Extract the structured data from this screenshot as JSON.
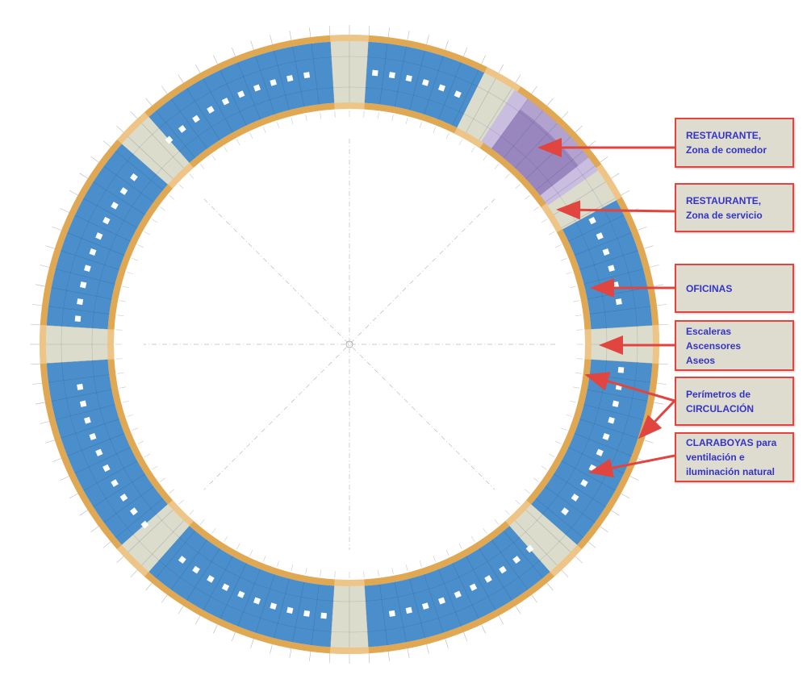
{
  "labels": [
    {
      "id": "restaurante-comedor",
      "lines": [
        "RESTAURANTE,",
        "Zona de comedor"
      ]
    },
    {
      "id": "restaurante-servicio",
      "lines": [
        "RESTAURANTE,",
        "Zona de servicio"
      ]
    },
    {
      "id": "oficinas",
      "lines": [
        "OFICINAS"
      ]
    },
    {
      "id": "nucleos",
      "lines": [
        "Escaleras",
        "Ascensores",
        "Aseos"
      ]
    },
    {
      "id": "circulacion",
      "lines": [
        "Perímetros de",
        "CIRCULACIÓN"
      ]
    },
    {
      "id": "claraboyas",
      "lines": [
        "CLARABOYAS para",
        "ventilación e",
        "iluminación natural"
      ]
    }
  ],
  "colors": {
    "office": "#4a8fcb",
    "core": "#dcdccc",
    "perimeter": "#e0a853",
    "restaurant": "#9a86bf",
    "service": "#c9bde0",
    "label_text": "#3434c8",
    "arrow": "#e0463f"
  }
}
